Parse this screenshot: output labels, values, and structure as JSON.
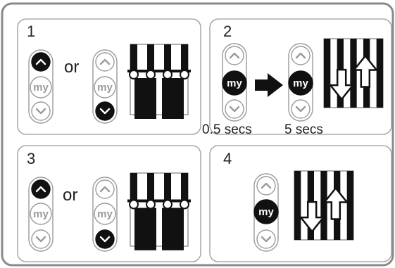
{
  "colors": {
    "frame": "#8a8a8a",
    "button_outline": "#9a9a9a",
    "fill_dark": "#111111",
    "panel_border": "#9a9a9a"
  },
  "panels": [
    {
      "number": "1",
      "separator": "or"
    },
    {
      "number": "2",
      "times": [
        "0.5 secs",
        "5 secs"
      ],
      "connector": "arrow-right-icon"
    },
    {
      "number": "3",
      "separator": "or"
    },
    {
      "number": "4"
    }
  ],
  "remote": {
    "up": "up-arrow",
    "my": "my",
    "down": "down-arrow"
  }
}
